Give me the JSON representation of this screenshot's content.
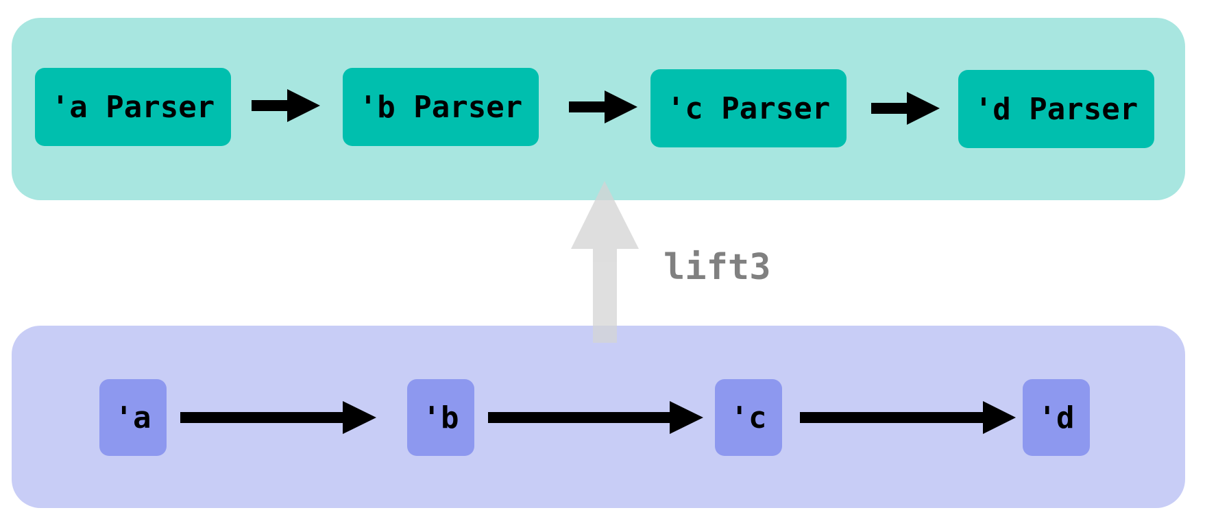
{
  "diagram": {
    "parser_row": [
      "'a Parser",
      "'b Parser",
      "'c Parser",
      "'d Parser"
    ],
    "type_row": [
      "'a",
      "'b",
      "'c",
      "'d"
    ],
    "lift_label": "lift3"
  },
  "colors": {
    "parser_panel": "#a8e6e0",
    "parser_box": "#00bfae",
    "type_panel": "#c8cdf6",
    "type_box": "#8d98ef",
    "lift_arrow": "#cccccc",
    "lift_text": "#808080",
    "arrows": "#000000"
  }
}
